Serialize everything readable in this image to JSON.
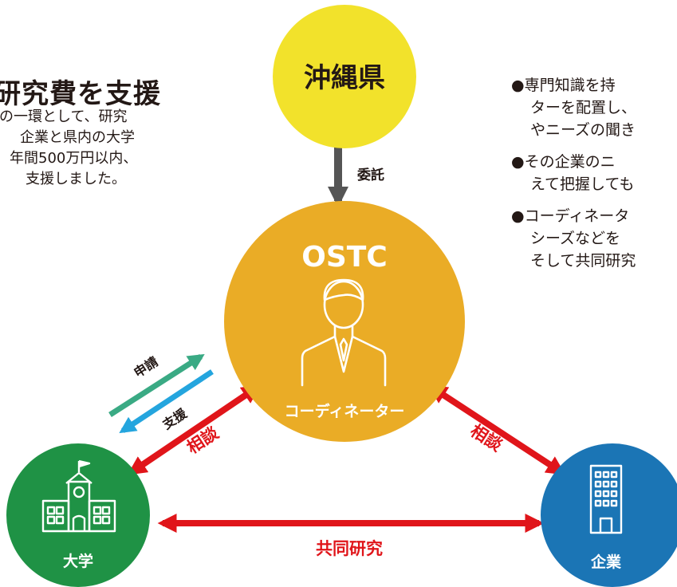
{
  "left_text": {
    "heading": "研究費を支援",
    "lines": [
      "の一環として、研究",
      "企業と県内の大学",
      "年間500万円以内、",
      "支援しました。"
    ]
  },
  "right_text": {
    "lines": [
      "●専門知識を持",
      "ターを配置し、",
      "やニーズの聞き",
      "●その企業のニ",
      "えて把握しても",
      "●コーディネータ",
      "シーズなどを",
      "そして共同研究"
    ]
  },
  "nodes": {
    "prefecture": "沖縄県",
    "ostc": "OSTC",
    "coordinator": "コーディネーター",
    "university": "大学",
    "company": "企業"
  },
  "arrows": {
    "commission": "委託",
    "apply": "申請",
    "support": "支援",
    "consult_left": "相談",
    "consult_right": "相談",
    "joint_research": "共同研究"
  },
  "colors": {
    "prefecture": "#f2e22b",
    "ostc": "#eaac26",
    "university": "#1f9245",
    "company": "#1b75b5",
    "red_arrow": "#e0151a",
    "commission_arrow": "#555555",
    "apply_arrow": "#3aaa84",
    "support_arrow": "#24a5de",
    "text": "#231815"
  }
}
